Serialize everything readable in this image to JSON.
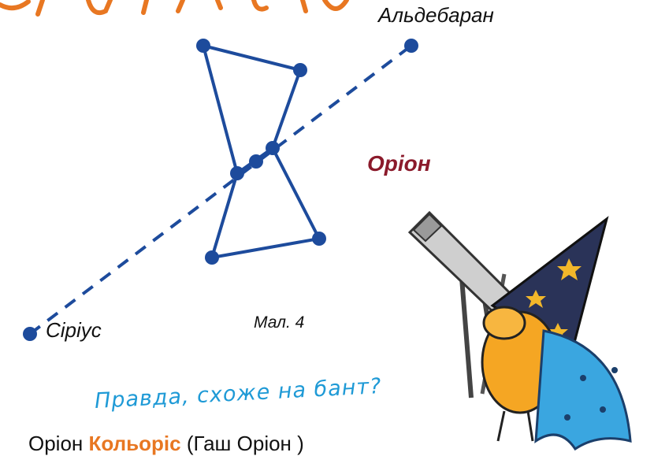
{
  "labels": {
    "aldebaran": "Альдебаран",
    "orion": "Оріон",
    "sirius": "Сіріус",
    "caption": "Мал. 4"
  },
  "remark": "Правда, схоже на бант?",
  "bottom_text": {
    "prefix": "Оріон",
    "accent": "Кольоріс",
    "suffix": "(Гаш Оріон )"
  },
  "colors": {
    "constellation": "#1d4b9c",
    "title_accent": "#e87722",
    "orion_label": "#8b1a2b",
    "remark": "#1f9ad6"
  },
  "icons": [
    "wizard-beetle-telescope-illustration"
  ]
}
